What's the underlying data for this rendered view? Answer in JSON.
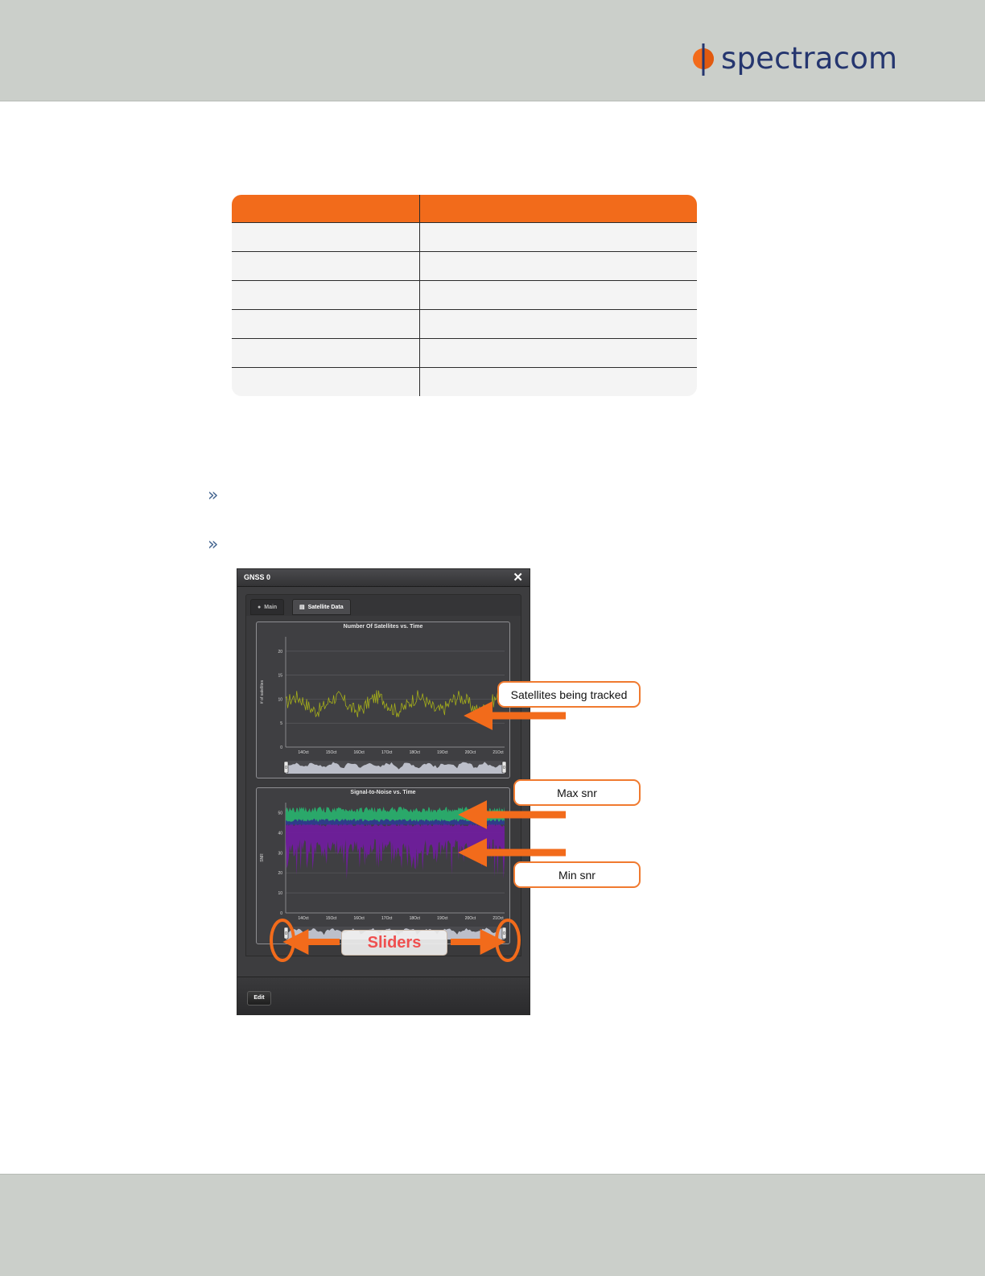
{
  "brand": {
    "name": "spectracom"
  },
  "colors": {
    "band": "#cbcfca",
    "accent": "#f26b1b",
    "brand_blue": "#25366f",
    "callout_border": "#f07a2f"
  },
  "bullets": [
    "»",
    "»"
  ],
  "gnss_window": {
    "title": "GNSS 0",
    "close_icon": "close-icon",
    "tabs": [
      {
        "label": "Main",
        "icon": "info-icon",
        "active": false
      },
      {
        "label": "Satellite Data",
        "icon": "chart-icon",
        "active": true
      }
    ],
    "edit_label": "Edit"
  },
  "callouts": {
    "satellites": "Satellites being tracked",
    "max_snr": "Max snr",
    "min_snr": "Min snr",
    "sliders": "Sliders"
  },
  "chart_data": [
    {
      "type": "line",
      "title": "Number Of Satellites vs. Time",
      "ylabel": "# of satellites",
      "xlabel": "",
      "ylim": [
        0,
        23
      ],
      "yticks": [
        0,
        5,
        10,
        15,
        20
      ],
      "xticks": [
        "14Oct",
        "15Oct",
        "16Oct",
        "17Oct",
        "18Oct",
        "19Oct",
        "20Oct",
        "21Oct"
      ],
      "grid": true,
      "series": [
        {
          "color": "#a4ad1a",
          "range": [
            6,
            12
          ],
          "mean": 9
        }
      ],
      "slider_handles": [
        "0",
        "0"
      ]
    },
    {
      "type": "area",
      "title": "Signal-to-Noise vs. Time",
      "ylabel": "SNR",
      "xlabel": "",
      "ylim": [
        0,
        55
      ],
      "yticks": [
        0,
        10,
        20,
        30,
        40,
        50
      ],
      "xticks": [
        "14Oct",
        "15Oct",
        "16Oct",
        "17Oct",
        "18Oct",
        "19Oct",
        "20Oct",
        "21Oct"
      ],
      "grid": true,
      "series": [
        {
          "color": "#2aa86a",
          "range": [
            47,
            53
          ]
        },
        {
          "color": "#6f1d9c",
          "range": [
            15,
            45
          ]
        }
      ],
      "slider_handles": [
        "0",
        "0"
      ]
    }
  ]
}
